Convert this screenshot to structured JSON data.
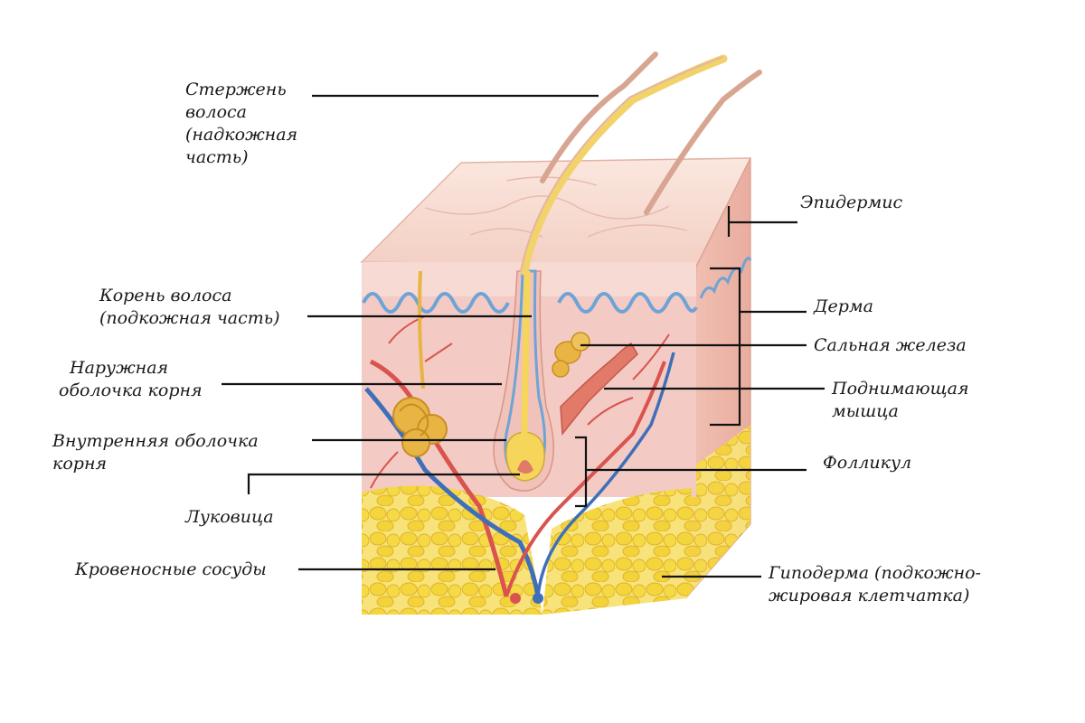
{
  "diagram": {
    "labels": {
      "shaft": [
        "Стержень",
        "волоса",
        "(надкожная",
        "часть)"
      ],
      "root": [
        "Корень волоса",
        "(подкожная часть)"
      ],
      "outer_sheath": [
        "Наружная",
        "оболочка корня"
      ],
      "inner_sheath": [
        "Внутренняя  оболочка",
        "корня"
      ],
      "bulb": [
        "Луковица"
      ],
      "vessels": [
        "Кровеносные сосуды"
      ],
      "epidermis": [
        "Эпидермис"
      ],
      "dermis": [
        "Дерма"
      ],
      "sebaceous": [
        "Сальная железа"
      ],
      "arrector": [
        "Поднимающая",
        "мышца"
      ],
      "follicle": [
        "Фолликул"
      ],
      "hypodermis": [
        "Гиподерма (подкожно-",
        "жировая клетчатка)"
      ]
    },
    "colors": {
      "surface": "#f6d9cf",
      "dermis": "#f2c6c0",
      "fat": "#f6df4a",
      "hair": "#e8b9a6",
      "hair_core": "#f5d65a",
      "sheath_blue": "#6fa3d6",
      "artery": "#d9534f",
      "vein": "#3f6fb8",
      "gland": "#e8b544",
      "leader": "#111111"
    }
  }
}
